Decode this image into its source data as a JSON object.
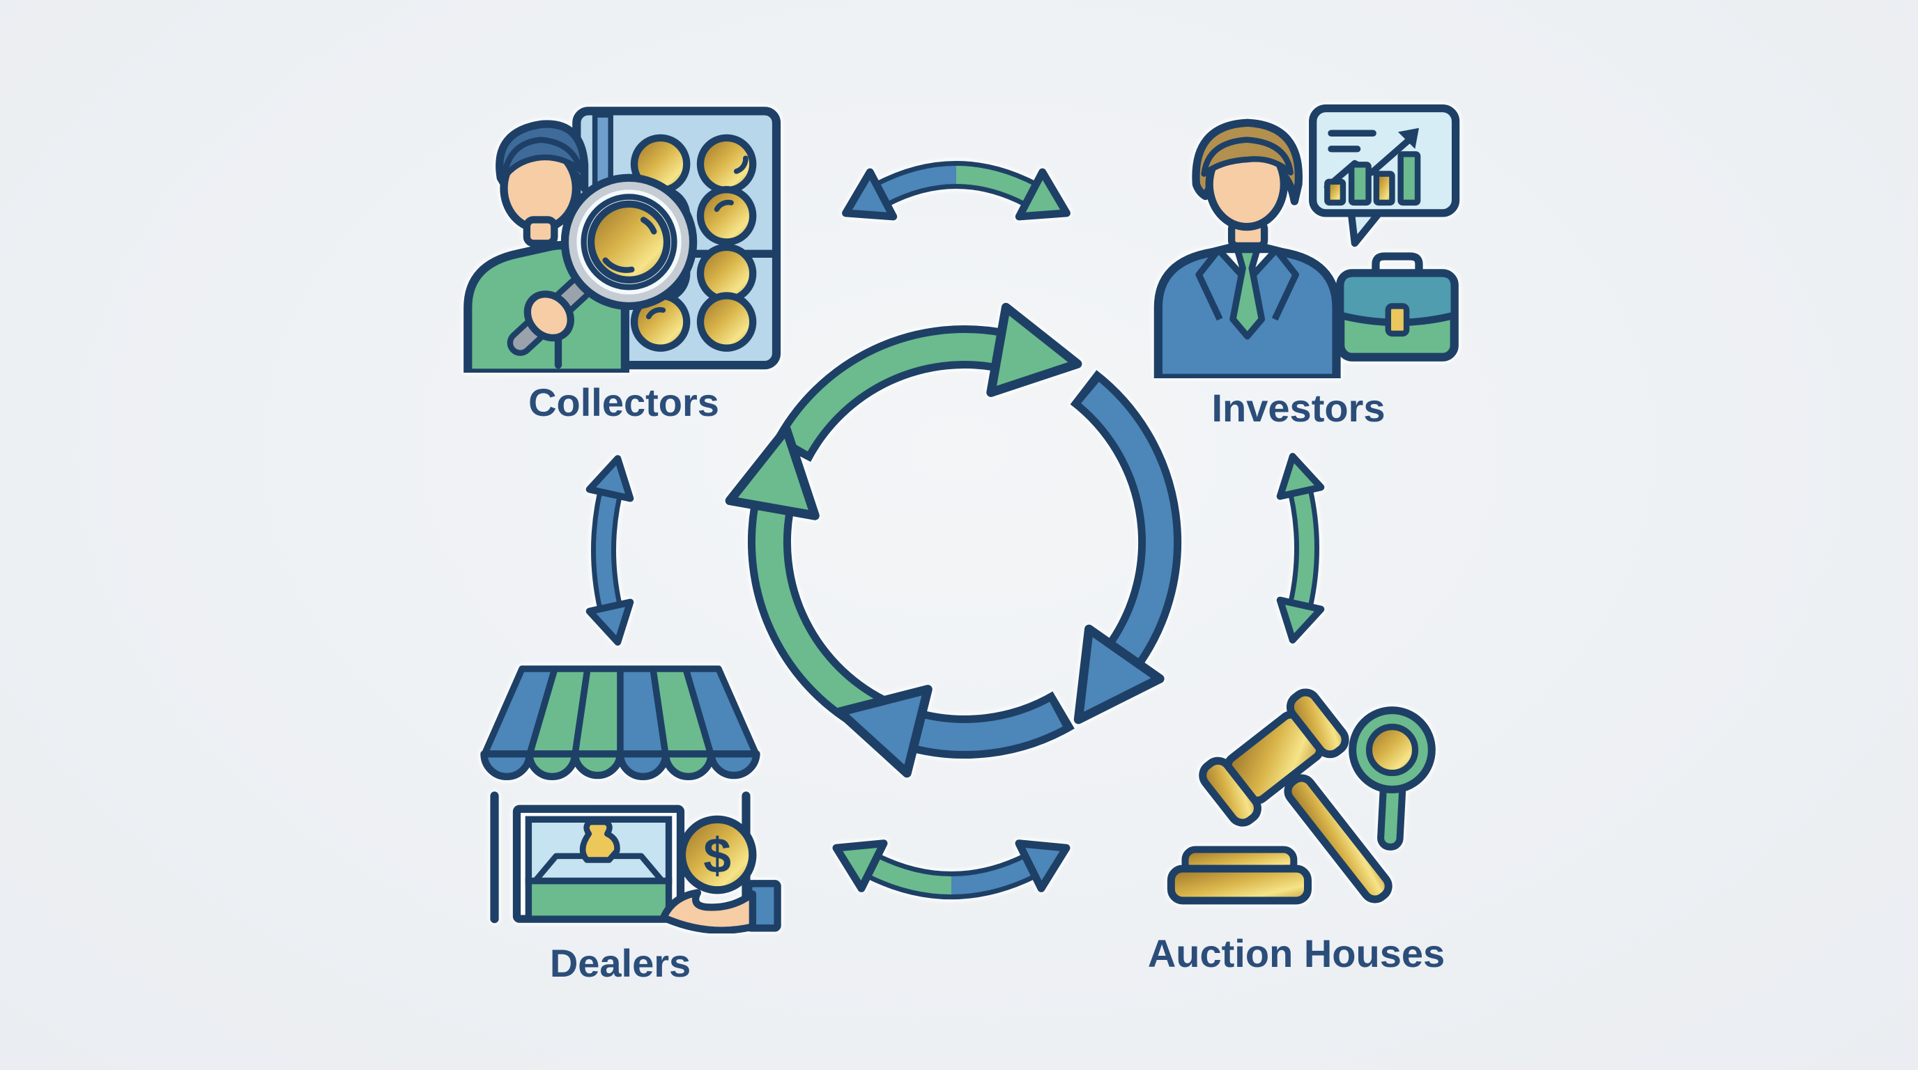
{
  "palette": {
    "background": "#eef1f4",
    "outline_navy": "#1e4066",
    "label_text": "#2b4d79",
    "blue": "#4d86b8",
    "green": "#6bbb8e",
    "teal": "#4f9dae",
    "panel_blue": "#b8d7ea",
    "bubble_blue": "#d6edf6",
    "gold_dark": "#9a7328",
    "gold": "#d9b44a",
    "gold_light": "#f6e489",
    "skin": "#f7cda6",
    "silver": "#c5ccd3",
    "hair_blue": "#3f6b9b",
    "hair_brown": "#b3904e"
  },
  "diagram": {
    "type": "market-cycle",
    "nodes": [
      {
        "id": "collectors",
        "label": "Collectors",
        "position": "top-left",
        "icon": "collector-magnifying-coin-album-icon"
      },
      {
        "id": "investors",
        "label": "Investors",
        "position": "top-right",
        "icon": "investor-suit-chart-briefcase-icon"
      },
      {
        "id": "dealers",
        "label": "Dealers",
        "position": "bottom-left",
        "icon": "dealer-shop-display-coin-hand-icon"
      },
      {
        "id": "auction_houses",
        "label": "Auction Houses",
        "position": "bottom-right",
        "icon": "gavel-sound-block-bidding-paddle-icon"
      }
    ],
    "connectors": [
      {
        "from": "collectors",
        "to": "investors",
        "style": "curved-double-headed-arrow",
        "colors": [
          "#4d86b8",
          "#6bbb8e"
        ]
      },
      {
        "from": "collectors",
        "to": "dealers",
        "style": "curved-double-headed-arrow",
        "colors": [
          "#4d86b8"
        ]
      },
      {
        "from": "investors",
        "to": "auction_houses",
        "style": "curved-double-headed-arrow",
        "colors": [
          "#6bbb8e"
        ]
      },
      {
        "from": "dealers",
        "to": "auction_houses",
        "style": "curved-double-headed-arrow",
        "colors": [
          "#6bbb8e",
          "#4d86b8"
        ]
      }
    ],
    "center_cycle": {
      "shape": "circular-arrows",
      "direction": "clockwise",
      "segment_colors": [
        "#6bbb8e",
        "#4d86b8",
        "#4d86b8",
        "#6bbb8e"
      ]
    }
  },
  "icon_glyphs": {
    "dollar_sign": "$"
  }
}
